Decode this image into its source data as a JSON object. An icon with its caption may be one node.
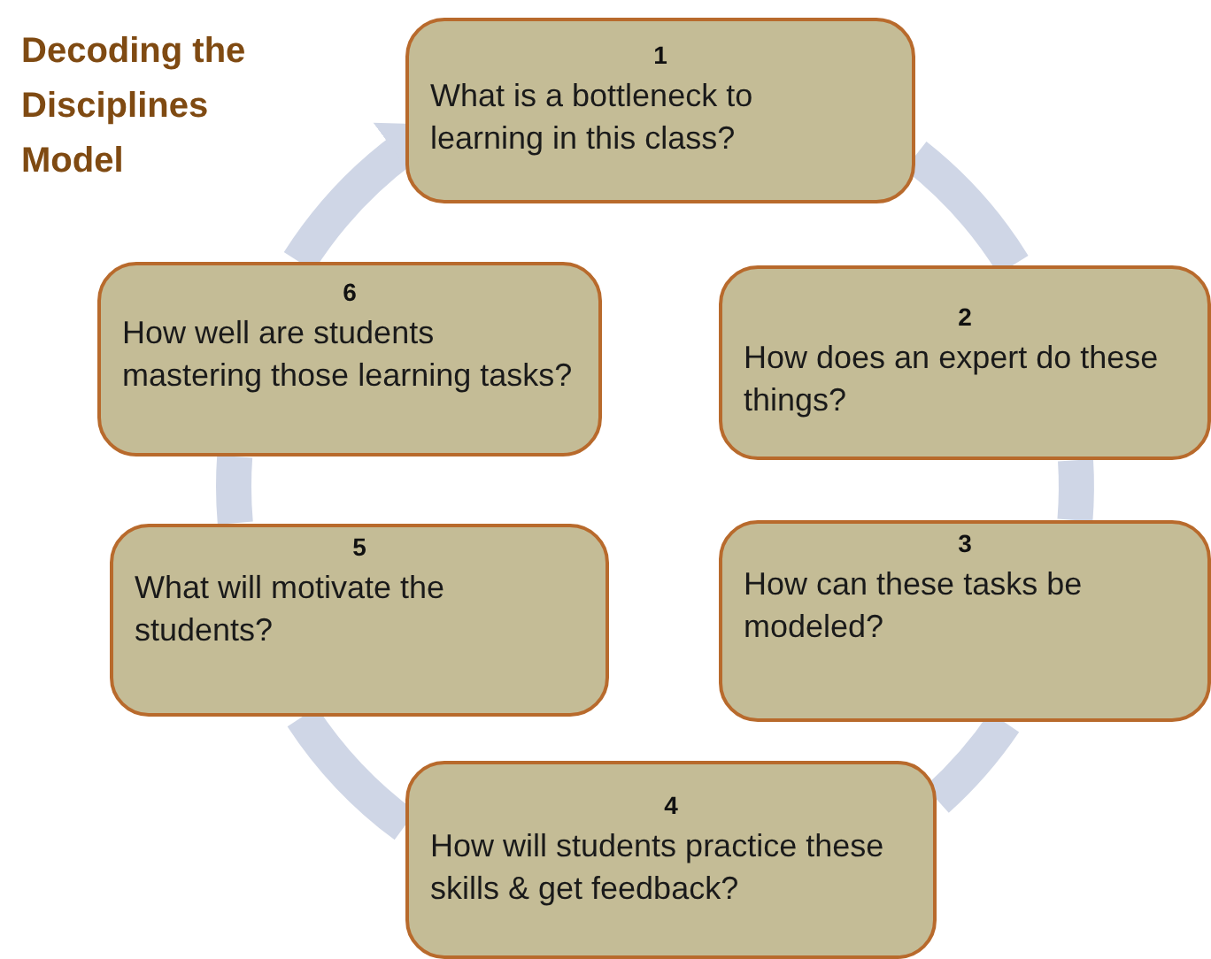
{
  "diagram": {
    "title": "Decoding the Disciplines Model",
    "nodes": [
      {
        "text": [
          "1",
          "What is a bottleneck to learning in this class?"
        ]
      },
      {
        "text": [
          "2",
          "How does an expert do these things?"
        ]
      },
      {
        "text": [
          "3",
          "How can these tasks be modeled?"
        ]
      },
      {
        "text": [
          "4",
          "How will students practice these skills & get feedback?"
        ]
      },
      {
        "text": [
          "5",
          "What will motivate the students?"
        ]
      },
      {
        "text": [
          "6",
          "How well are students mastering those learning tasks?"
        ]
      }
    ],
    "edges": [
      {
        "from": 0,
        "to": 1,
        "arrow": "none"
      },
      {
        "from": 1,
        "to": 2,
        "arrow": "none"
      },
      {
        "from": 2,
        "to": 3,
        "arrow": "none"
      },
      {
        "from": 3,
        "to": 4,
        "arrow": "none"
      },
      {
        "from": 4,
        "to": 5,
        "arrow": "none"
      },
      {
        "from": 5,
        "to": 0,
        "arrow": "to"
      }
    ]
  }
}
